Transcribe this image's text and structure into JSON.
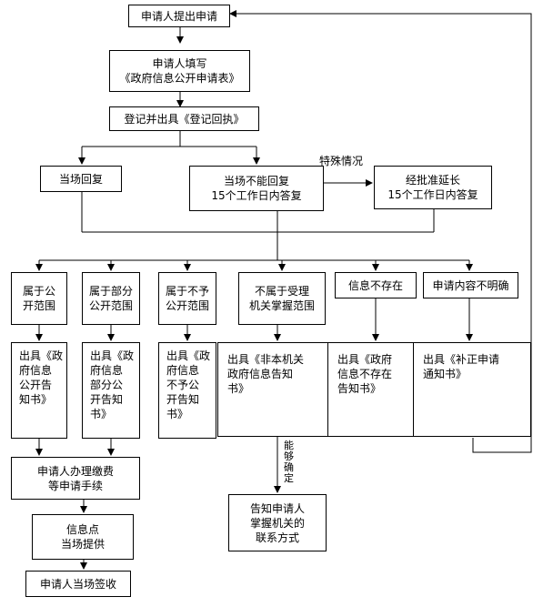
{
  "nodes": {
    "apply": "申请人提出申请",
    "fill_form": "申请人填写\n《政府信息公开申请表》",
    "register": "登记并出具《登记回执》",
    "reply_now": "当场回复",
    "cannot_reply": "当场不能回复\n15个工作日内答复",
    "extend": "经批准延长\n15个工作日内答复",
    "public": "属于公\n开范围",
    "partial": "属于部分\n公开范围",
    "not_public": "属于不予\n公开范围",
    "not_held": "不属于受理\n机关掌握范围",
    "not_exist": "信息不存在",
    "unclear": "申请内容不明确",
    "notice_public": "出具《政\n府信息\n公开告\n知书》",
    "notice_partial": "出具《政\n府信息\n部分公\n开告知\n书》",
    "notice_not_public": "出具《政\n府信息\n不予公\n开告知\n书》",
    "notice_not_held": "出具《非本机关\n政府信息告知\n书》",
    "notice_not_exist": "出具《政府\n信息不存在\n告知书》",
    "notice_correction": "出具《补正申请\n通知书》",
    "pay_fee": "申请人办理缴费\n等申请手续",
    "provide": "信息点\n当场提供",
    "sign": "申请人当场签收",
    "inform_contact": "告知申请人\n掌握机关的\n联系方式"
  },
  "labels": {
    "special": "特殊情况",
    "can_determine": "能\n够\n确\n定"
  }
}
